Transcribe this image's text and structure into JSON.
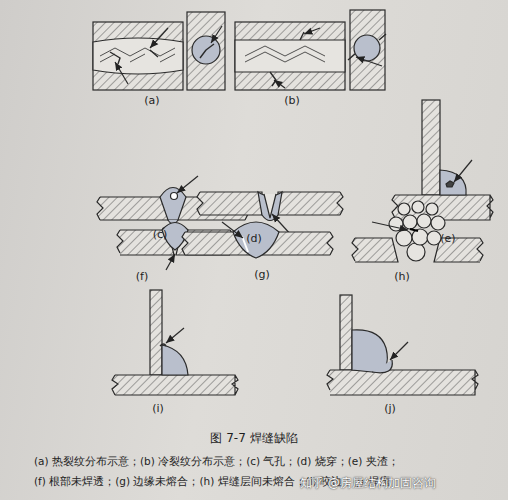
{
  "diagram": {
    "caption": "图 7-7  焊缝缺陷",
    "labels": [
      "(a)",
      "(b)",
      "(c)",
      "(d)",
      "(e)",
      "(f)",
      "(g)",
      "(h)",
      "(i)",
      "(j)",
      "(a) 热裂纹分布示意；(b) 冷裂纹分布示意；(c) 气孔；(d) 烧穿；(e) 夹渣；",
      "(f) 根部未焊透；(g) 边缘未熔合；(h) 焊缝层间未熔合；(i) 咬边；(j) 焊瘤",
      "知乎 @房屋结构加固咨询"
    ]
  }
}
